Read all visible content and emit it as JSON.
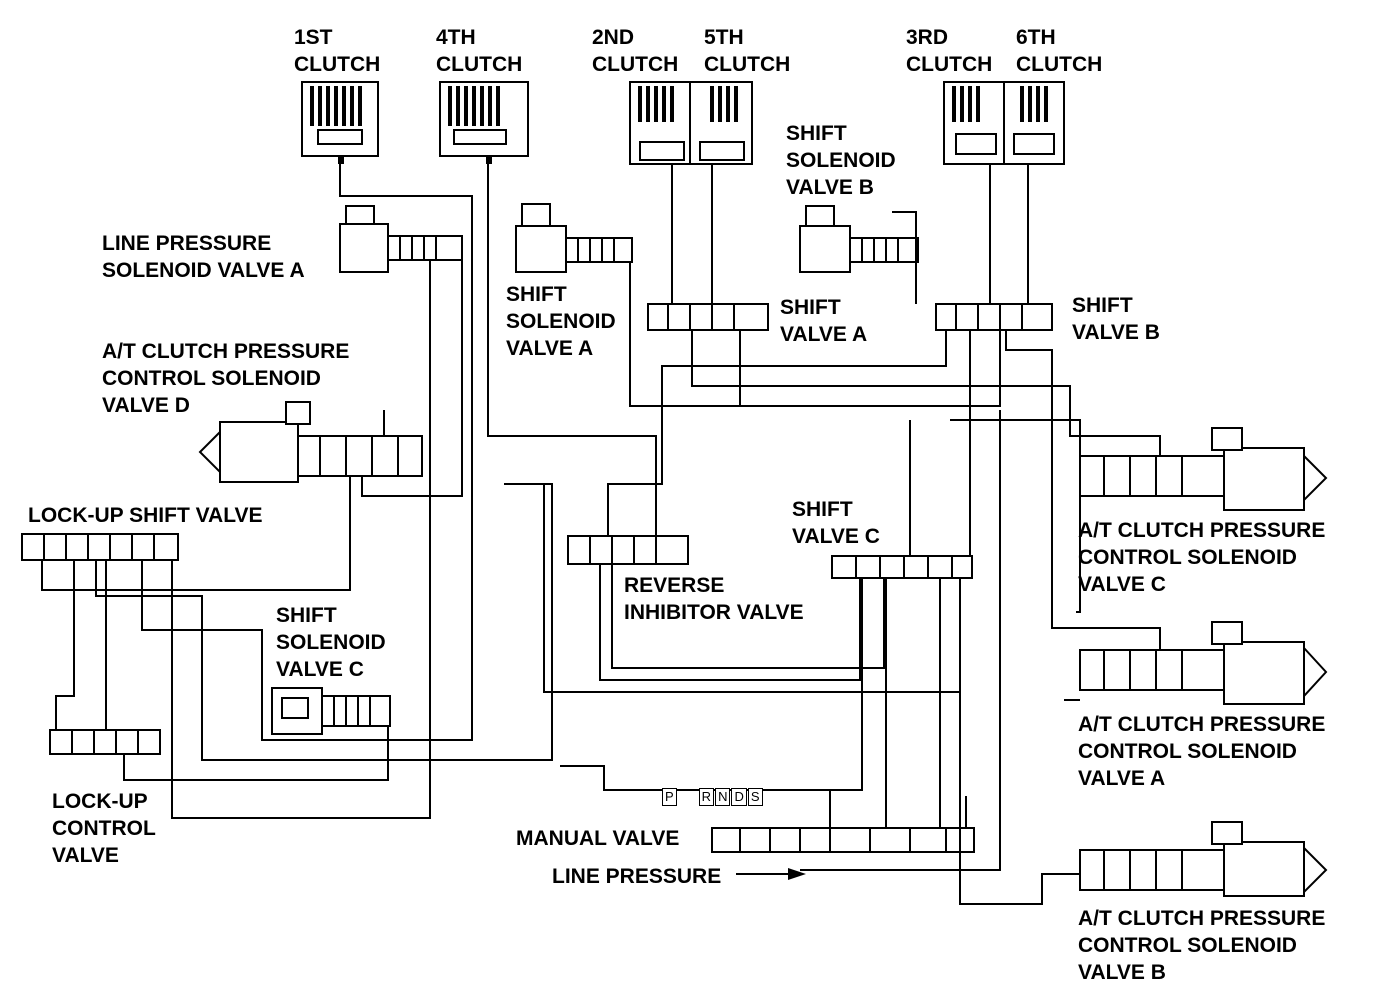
{
  "labels": {
    "clutch_1st": [
      "1ST",
      "CLUTCH"
    ],
    "clutch_4th": [
      "4TH",
      "CLUTCH"
    ],
    "clutch_2nd": [
      "2ND",
      "CLUTCH"
    ],
    "clutch_5th": [
      "5TH",
      "CLUTCH"
    ],
    "clutch_3rd": [
      "3RD",
      "CLUTCH"
    ],
    "clutch_6th": [
      "6TH",
      "CLUTCH"
    ],
    "shift_solenoid_b": [
      "SHIFT",
      "SOLENOID",
      "VALVE B"
    ],
    "line_pressure_solenoid_a": [
      "LINE PRESSURE",
      "SOLENOID VALVE A"
    ],
    "shift_solenoid_a": [
      "SHIFT",
      "SOLENOID",
      "VALVE A"
    ],
    "shift_valve_a": [
      "SHIFT",
      "VALVE A"
    ],
    "shift_valve_b": [
      "SHIFT",
      "VALVE B"
    ],
    "at_clutch_solenoid_d": [
      "A/T CLUTCH PRESSURE",
      "CONTROL SOLENOID",
      "VALVE D"
    ],
    "lockup_shift_valve": [
      "LOCK-UP SHIFT VALVE"
    ],
    "shift_valve_c": [
      "SHIFT",
      "VALVE C"
    ],
    "at_clutch_solenoid_c": [
      "A/T CLUTCH PRESSURE",
      "CONTROL SOLENOID",
      "VALVE C"
    ],
    "reverse_inhibitor_valve": [
      "REVERSE",
      "INHIBITOR VALVE"
    ],
    "shift_solenoid_c": [
      "SHIFT",
      "SOLENOID",
      "VALVE C"
    ],
    "at_clutch_solenoid_a": [
      "A/T CLUTCH PRESSURE",
      "CONTROL SOLENOID",
      "VALVE A"
    ],
    "lockup_control_valve": [
      "LOCK-UP",
      "CONTROL",
      "VALVE"
    ],
    "manual_valve": [
      "MANUAL VALVE"
    ],
    "line_pressure": [
      "LINE PRESSURE"
    ],
    "at_clutch_solenoid_b": [
      "A/T CLUTCH PRESSURE",
      "CONTROL SOLENOID",
      "VALVE B"
    ]
  },
  "gear_selector": [
    "P",
    "R",
    "N",
    "D",
    "S"
  ]
}
